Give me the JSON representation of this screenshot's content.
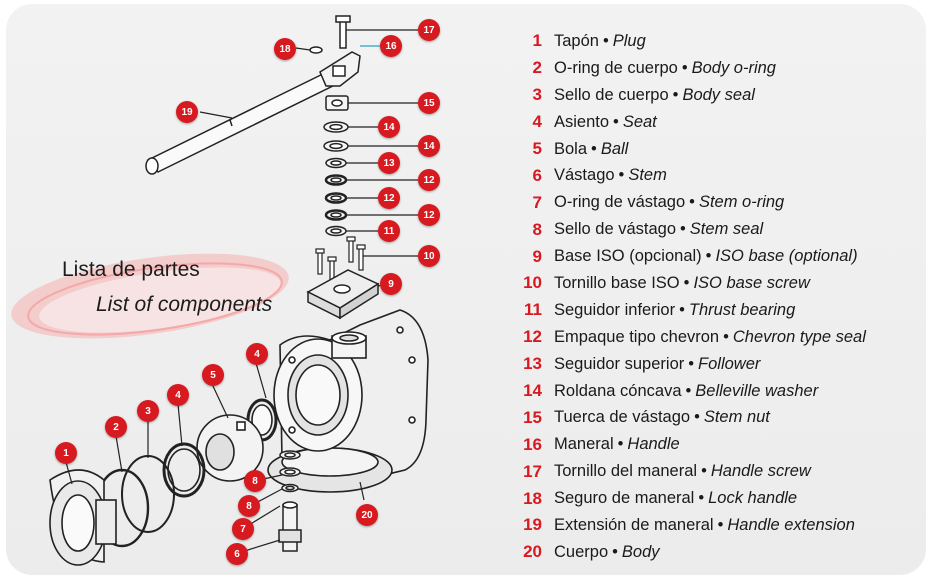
{
  "header": {
    "title_es": "Lista de partes",
    "title_en": "List of components"
  },
  "colors": {
    "accent": "#d71920",
    "line": "#1a1a1a",
    "background": "#ececec"
  },
  "parts": [
    {
      "num": "1",
      "es": "Tapón",
      "en": "Plug"
    },
    {
      "num": "2",
      "es": "O-ring de cuerpo",
      "en": "Body  o-ring"
    },
    {
      "num": "3",
      "es": "Sello de cuerpo",
      "en": "Body seal"
    },
    {
      "num": "4",
      "es": "Asiento",
      "en": "Seat"
    },
    {
      "num": "5",
      "es": "Bola",
      "en": "Ball"
    },
    {
      "num": "6",
      "es": "Vástago",
      "en": "Stem"
    },
    {
      "num": "7",
      "es": "O-ring de vástago",
      "en": "Stem o-ring"
    },
    {
      "num": "8",
      "es": "Sello de vástago",
      "en": "Stem seal"
    },
    {
      "num": "9",
      "es": "Base ISO (opcional)",
      "en": "ISO base (optional)"
    },
    {
      "num": "10",
      "es": "Tornillo base ISO",
      "en": "ISO base screw"
    },
    {
      "num": "11",
      "es": "Seguidor inferior",
      "en": "Thrust bearing"
    },
    {
      "num": "12",
      "es": "Empaque tipo chevron",
      "en": "Chevron type seal"
    },
    {
      "num": "13",
      "es": "Seguidor superior",
      "en": "Follower"
    },
    {
      "num": "14",
      "es": "Roldana cóncava",
      "en": "Belleville washer"
    },
    {
      "num": "15",
      "es": "Tuerca de vástago",
      "en": "Stem nut"
    },
    {
      "num": "16",
      "es": "Maneral",
      "en": "Handle"
    },
    {
      "num": "17",
      "es": "Tornillo del maneral",
      "en": "Handle screw"
    },
    {
      "num": "18",
      "es": "Seguro de maneral",
      "en": "Lock handle"
    },
    {
      "num": "19",
      "es": "Extensión de maneral",
      "en": "Handle extension"
    },
    {
      "num": "20",
      "es": "Cuerpo",
      "en": "Body"
    }
  ],
  "callouts": [
    "17",
    "18",
    "16",
    "19",
    "15",
    "14",
    "14",
    "13",
    "12",
    "12",
    "11",
    "10",
    "9",
    "4",
    "5",
    "3",
    "4",
    "2",
    "1",
    "8",
    "8",
    "7",
    "6",
    "20"
  ]
}
